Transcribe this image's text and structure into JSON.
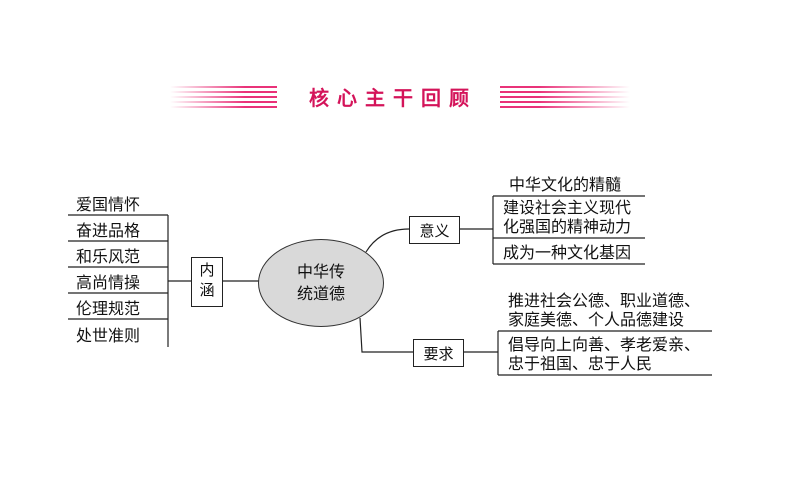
{
  "banner": {
    "title": "核心主干回顾",
    "accent": "#d4145a"
  },
  "center": {
    "line1": "中华传",
    "line2": "统道德"
  },
  "neihan": {
    "label_top": "内",
    "label_bottom": "涵",
    "items": [
      "爱国情怀",
      "奋进品格",
      "和乐风范",
      "高尚情操",
      "伦理规范",
      "处世准则"
    ]
  },
  "yiyi": {
    "label": "意义",
    "items": [
      "中华文化的精髓",
      "建设社会主义现代",
      "化强国的精神动力",
      "成为一种文化基因"
    ]
  },
  "yaoqiu": {
    "label": "要求",
    "items": [
      "推进社会公德、职业道德、",
      "家庭美德、个人品德建设",
      "倡导向上向善、孝老爱亲、",
      "忠于祖国、忠于人民"
    ]
  }
}
